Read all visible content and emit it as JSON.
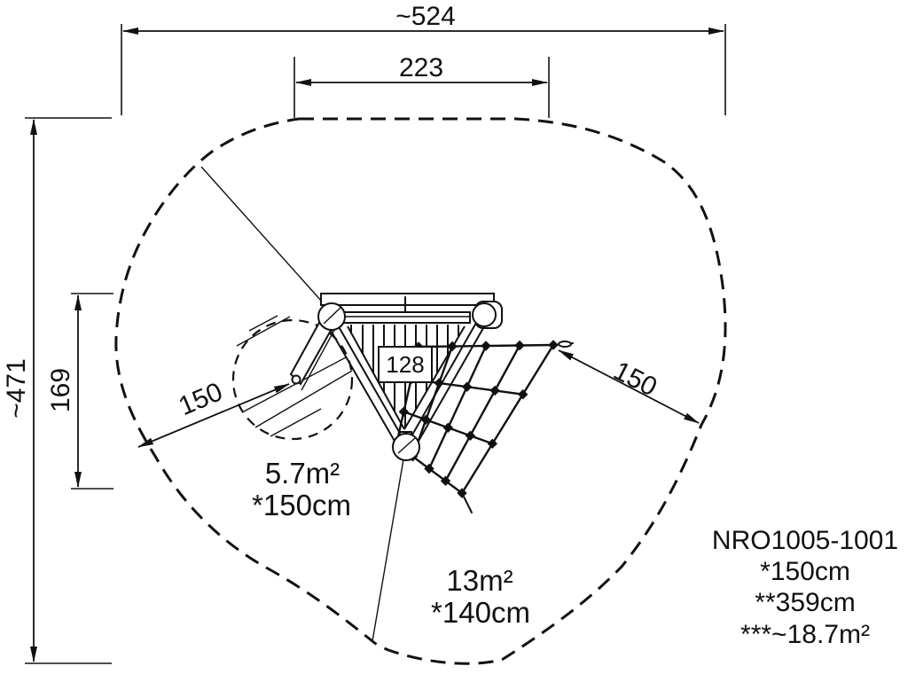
{
  "colors": {
    "ink": "#111111",
    "background": "#ffffff"
  },
  "dimensions": {
    "overall_width": "~524",
    "inner_width": "223",
    "overall_height": "~471",
    "inner_height": "169",
    "swing_radius": "150",
    "net_radius": "150"
  },
  "labels": {
    "platform": "128"
  },
  "zones": {
    "left": {
      "area": "5.7m²",
      "surface": "*150cm"
    },
    "main": {
      "area": "13m²",
      "surface": "*140cm"
    }
  },
  "product": {
    "code": "NRO1005-1001",
    "height": "*150cm",
    "max_height": "**359cm",
    "safety_area": "***~18.7m²"
  }
}
